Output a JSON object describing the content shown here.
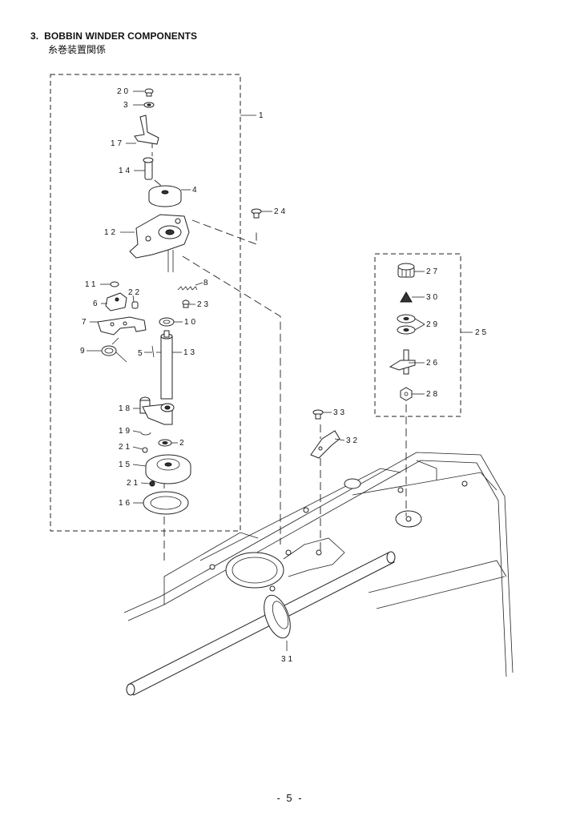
{
  "section": {
    "number": "3.",
    "title": "BOBBIN WINDER COMPONENTS",
    "subtitle": "糸巻装置関係"
  },
  "callouts": {
    "c20": "20",
    "c3": "3",
    "c17": "17",
    "c14": "14",
    "c4": "4",
    "c12": "12",
    "c11": "11",
    "c22": "22",
    "c6": "6",
    "c7": "7",
    "c9": "9",
    "c5": "5",
    "c13": "13",
    "c10": "10",
    "c23": "23",
    "c8": "8",
    "c18": "18",
    "c19": "19",
    "c2": "2",
    "c21a": "21",
    "c15": "15",
    "c21b": "21",
    "c16": "16",
    "c1": "1",
    "c24": "24",
    "c27": "27",
    "c30": "30",
    "c29": "29",
    "c25": "25",
    "c26": "26",
    "c28": "28",
    "c33": "33",
    "c32": "32",
    "c31": "31"
  },
  "footer": {
    "page": "- 5 -"
  }
}
